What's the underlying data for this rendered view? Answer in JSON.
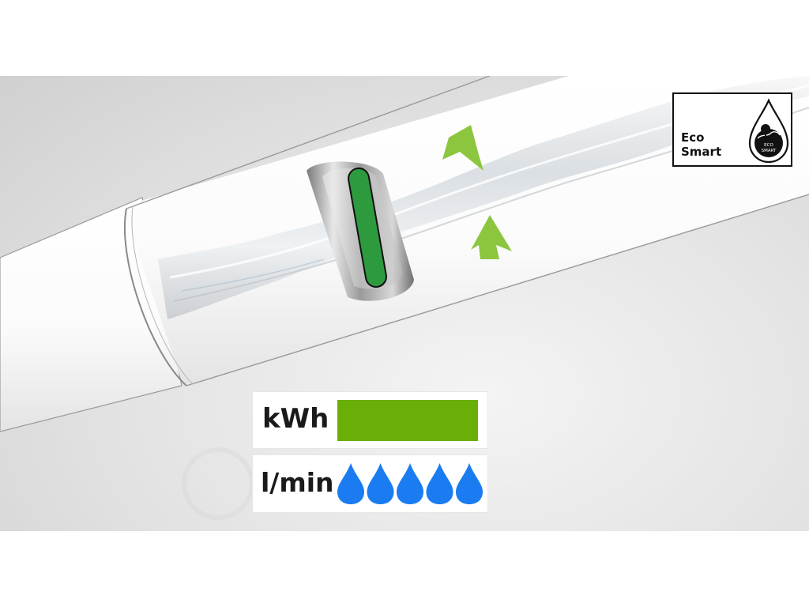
{
  "badge": {
    "line1": "Eco",
    "line2": "Smart",
    "emblem_line1": "ECO",
    "emblem_line2": "SMART"
  },
  "energy": {
    "label": "kWh",
    "bar_fraction": 1.0,
    "bar_color": "#6aaf08"
  },
  "flow": {
    "label": "l/min",
    "drop_count": 5,
    "drop_color": "#1a7cf0"
  },
  "colors": {
    "arrow_green": "#8cc63f",
    "flow_limiter_green": "#2e9a3e"
  }
}
